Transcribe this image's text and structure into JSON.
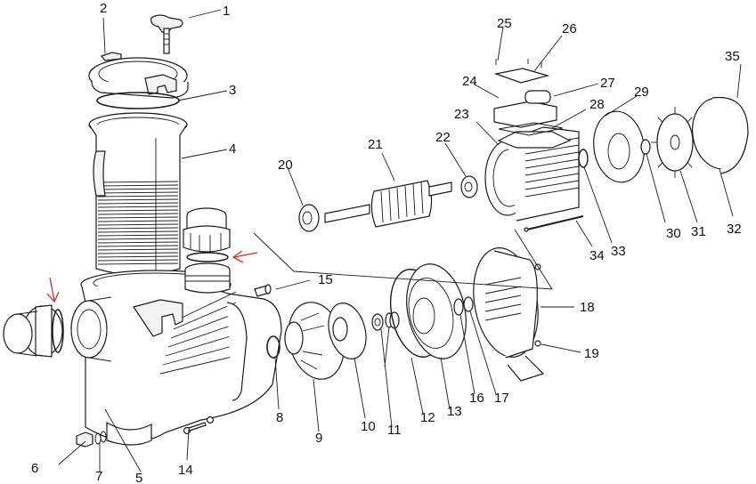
{
  "diagram": {
    "type": "exploded-parts-diagram",
    "subject": "pool pump",
    "callouts": [
      {
        "id": "1",
        "part": "knob"
      },
      {
        "id": "2",
        "part": "lid clamp ring"
      },
      {
        "id": "3",
        "part": "lid o-ring"
      },
      {
        "id": "4",
        "part": "strainer basket"
      },
      {
        "id": "5",
        "part": "pump body"
      },
      {
        "id": "6",
        "part": "drain plug"
      },
      {
        "id": "7",
        "part": "drain plug o-ring"
      },
      {
        "id": "8",
        "part": "diffuser o-ring"
      },
      {
        "id": "9",
        "part": "diffuser"
      },
      {
        "id": "10",
        "part": "impeller"
      },
      {
        "id": "11",
        "part": "mechanical seal"
      },
      {
        "id": "12",
        "part": "seal plate o-ring"
      },
      {
        "id": "13",
        "part": "seal plate"
      },
      {
        "id": "14",
        "part": "bolt and washer"
      },
      {
        "id": "15",
        "part": "pin"
      },
      {
        "id": "16",
        "part": "washer"
      },
      {
        "id": "17",
        "part": "shaft seal"
      },
      {
        "id": "18",
        "part": "motor bracket"
      },
      {
        "id": "19",
        "part": "nut"
      },
      {
        "id": "20",
        "part": "front bearing"
      },
      {
        "id": "21",
        "part": "rotor"
      },
      {
        "id": "22",
        "part": "rear bearing"
      },
      {
        "id": "23",
        "part": "motor housing (stator)"
      },
      {
        "id": "24",
        "part": "terminal box"
      },
      {
        "id": "25",
        "part": "screw"
      },
      {
        "id": "26",
        "part": "terminal box cover"
      },
      {
        "id": "27",
        "part": "capacitor"
      },
      {
        "id": "28",
        "part": "terminal box gasket"
      },
      {
        "id": "29",
        "part": "rear end shield"
      },
      {
        "id": "30",
        "part": "spring washer"
      },
      {
        "id": "31",
        "part": "fan"
      },
      {
        "id": "32",
        "part": "fan cover"
      },
      {
        "id": "33",
        "part": "wave washer"
      },
      {
        "id": "34",
        "part": "tie rod"
      },
      {
        "id": "35",
        "part": "fan cover screw"
      }
    ],
    "highlights": [
      {
        "target": "union o-ring (outlet)",
        "marker": "red-arrow-left"
      },
      {
        "target": "union o-ring (inlet)",
        "marker": "red-arrow-down"
      }
    ],
    "colors": {
      "line": "#1a1a1a",
      "highlight": "#d42a2a",
      "background": "#ffffff"
    }
  }
}
